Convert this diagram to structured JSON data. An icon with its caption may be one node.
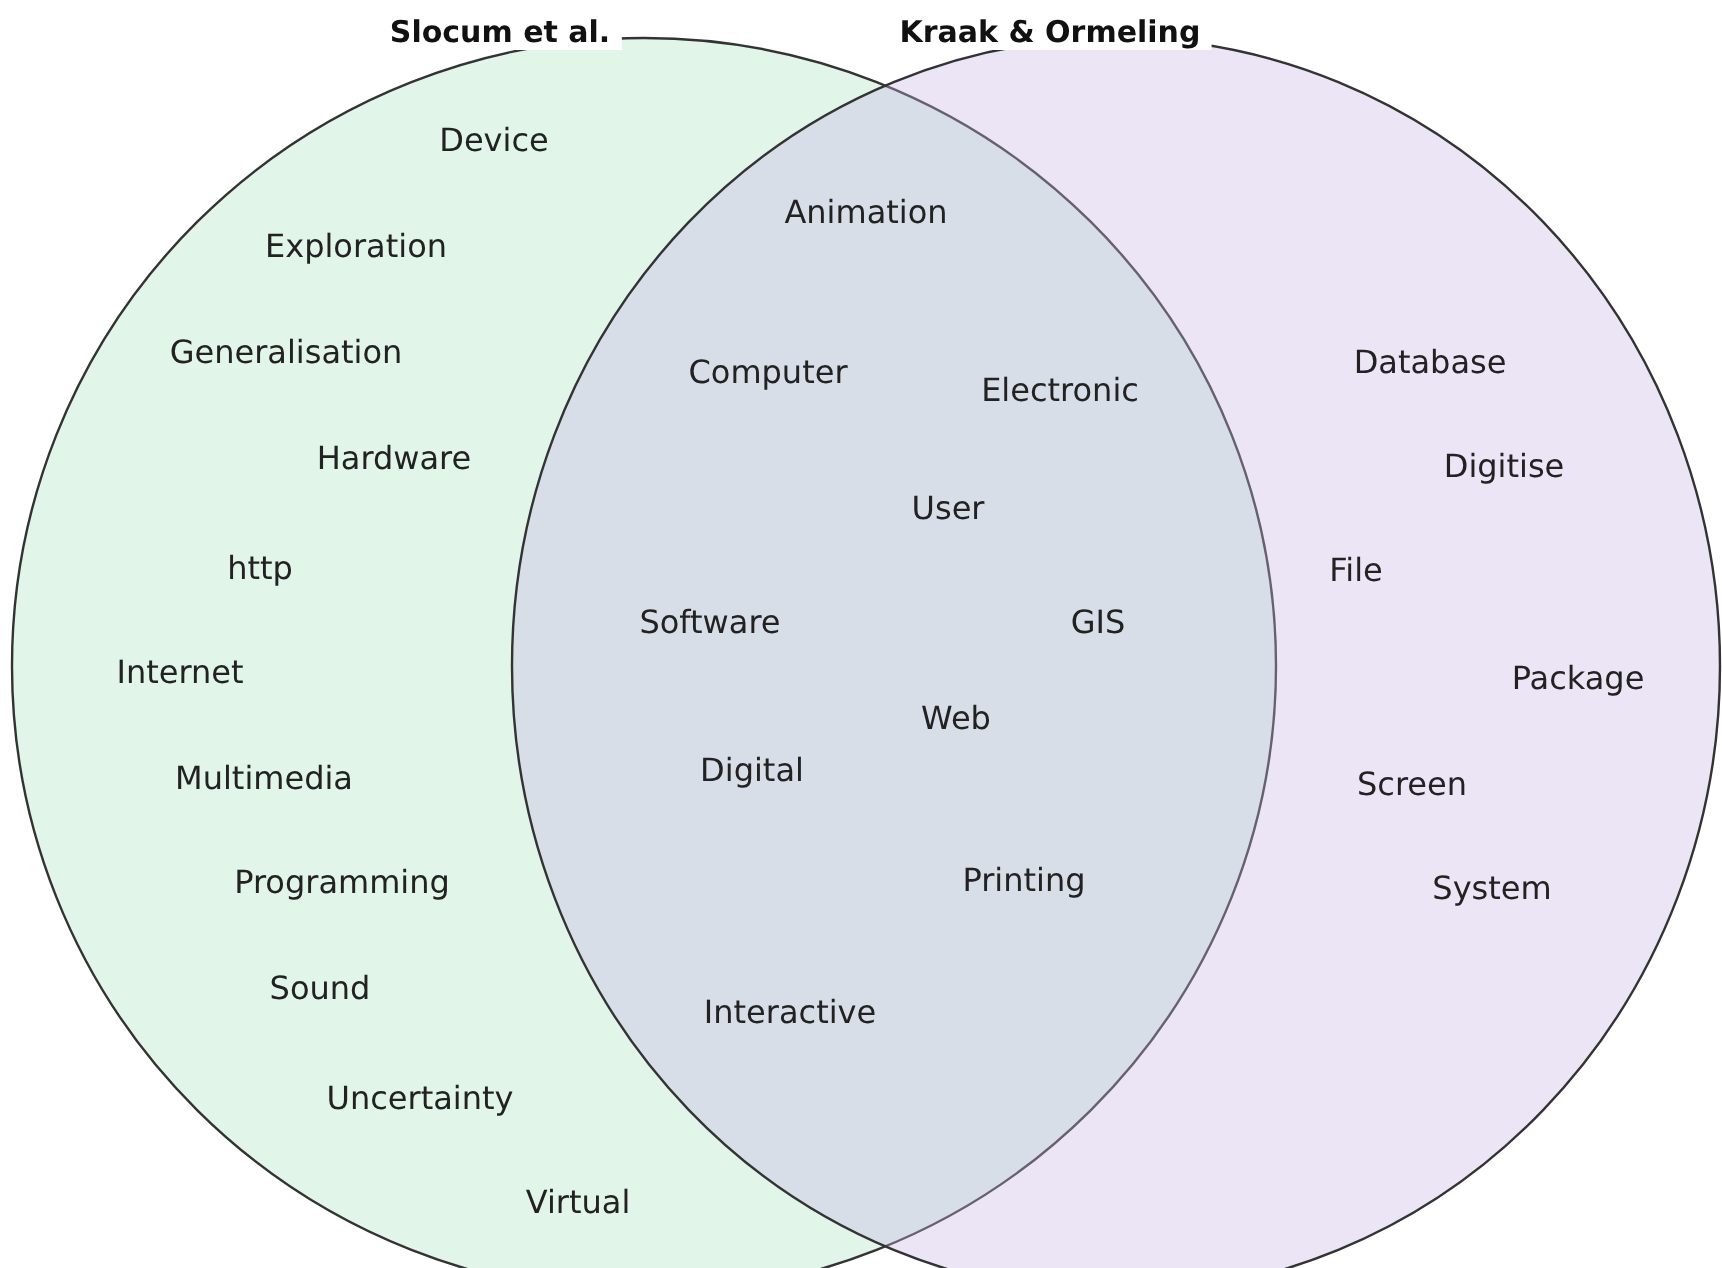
{
  "diagram": {
    "nodes": [
      {
        "text": [
          "Slocum et al."
        ]
      },
      {
        "text": [
          "Kraak & Ormeling"
        ]
      }
    ],
    "labels": [
      "Device",
      "Exploration",
      "Generalisation",
      "Hardware",
      "http",
      "Internet",
      "Multimedia",
      "Programming",
      "Sound",
      "Uncertainty",
      "Virtual",
      "Animation",
      "Computer",
      "Electronic",
      "User",
      "Software",
      "GIS",
      "Web",
      "Digital",
      "Printing",
      "Interactive",
      "Database",
      "Digitise",
      "File",
      "Package",
      "Screen",
      "System"
    ]
  }
}
